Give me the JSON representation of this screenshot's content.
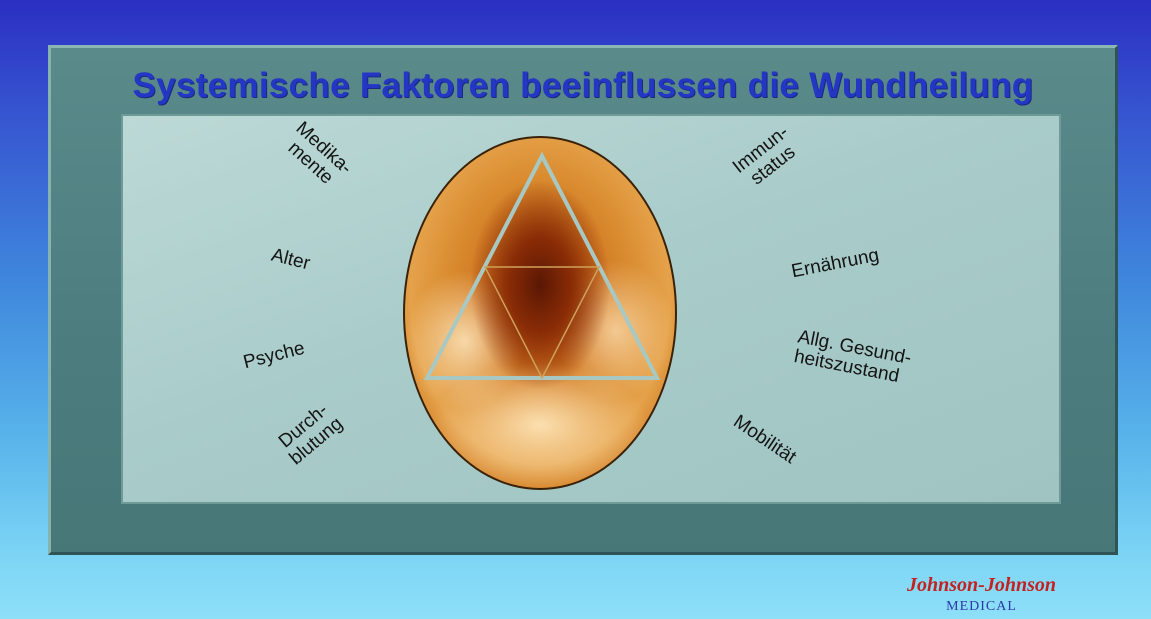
{
  "slide": {
    "title": "Systemische Faktoren beeinflussen die Wundheilung"
  },
  "factors": {
    "medikamente": [
      "Medika-",
      "mente"
    ],
    "alter": "Alter",
    "psyche": "Psyche",
    "durchblutung": [
      "Durch-",
      "blutung"
    ],
    "immunstatus": [
      "Immun-",
      "status"
    ],
    "ernaehrung": "Ernährung",
    "gesundheitszustand": [
      "Allg. Gesund-",
      "heitszustand"
    ],
    "mobilitaet": "Mobilität"
  },
  "logo": {
    "brand": "Johnson-Johnson",
    "division": "MEDICAL"
  },
  "colors": {
    "title": "#2436c4",
    "triangle": "#a8c8c4",
    "logo_brand": "#c42222",
    "logo_division": "#2b3aa8"
  }
}
